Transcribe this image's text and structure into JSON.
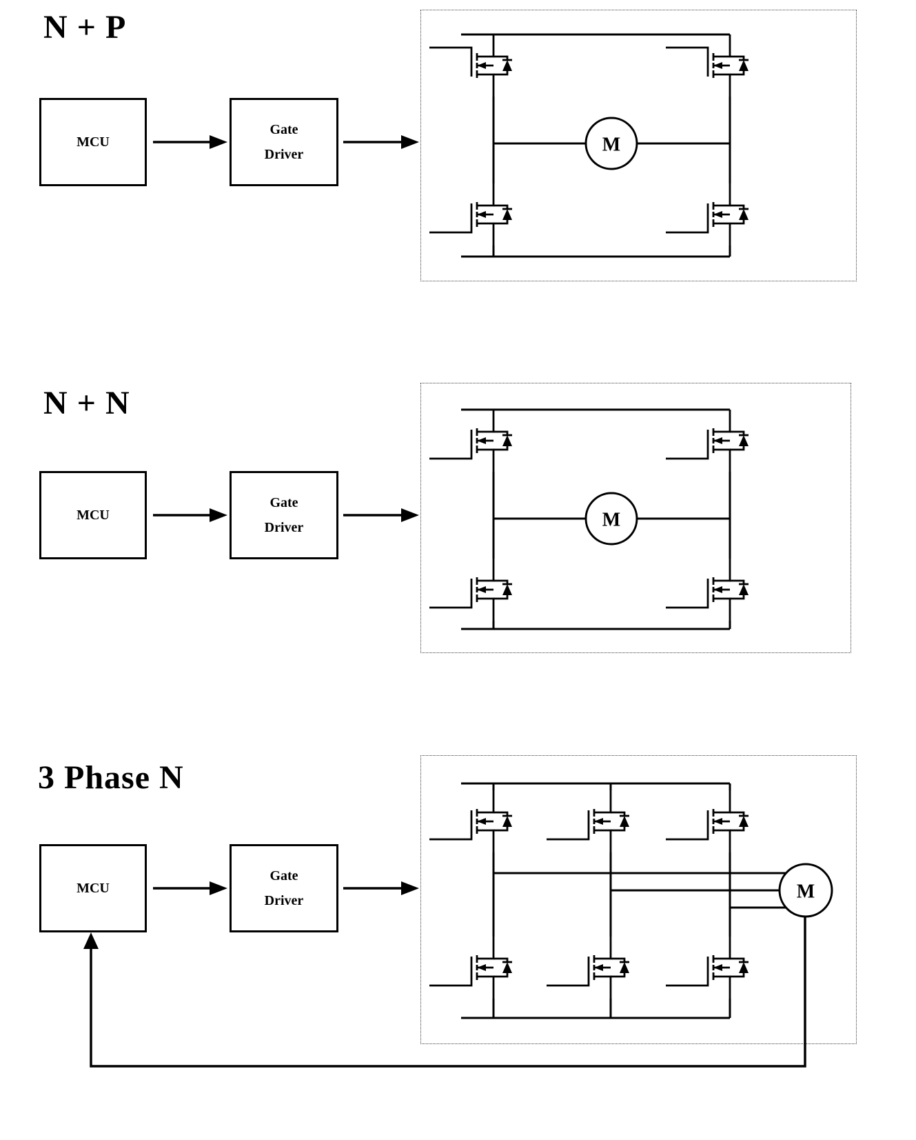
{
  "page": {
    "background": "#ffffff",
    "line_color": "#000000"
  },
  "sections": [
    {
      "title": "N + P",
      "mcu_label": "MCU",
      "gate_driver_line1": "Gate",
      "gate_driver_line2": "Driver",
      "motor_label": "M",
      "topology": "h-bridge-p-high-n-low"
    },
    {
      "title": "N + N",
      "mcu_label": "MCU",
      "gate_driver_line1": "Gate",
      "gate_driver_line2": "Driver",
      "motor_label": "M",
      "topology": "h-bridge-n-high-n-low"
    },
    {
      "title": "3 Phase N",
      "mcu_label": "MCU",
      "gate_driver_line1": "Gate",
      "gate_driver_line2": "Driver",
      "motor_label": "M",
      "topology": "three-phase-n-bridge-with-feedback"
    }
  ]
}
